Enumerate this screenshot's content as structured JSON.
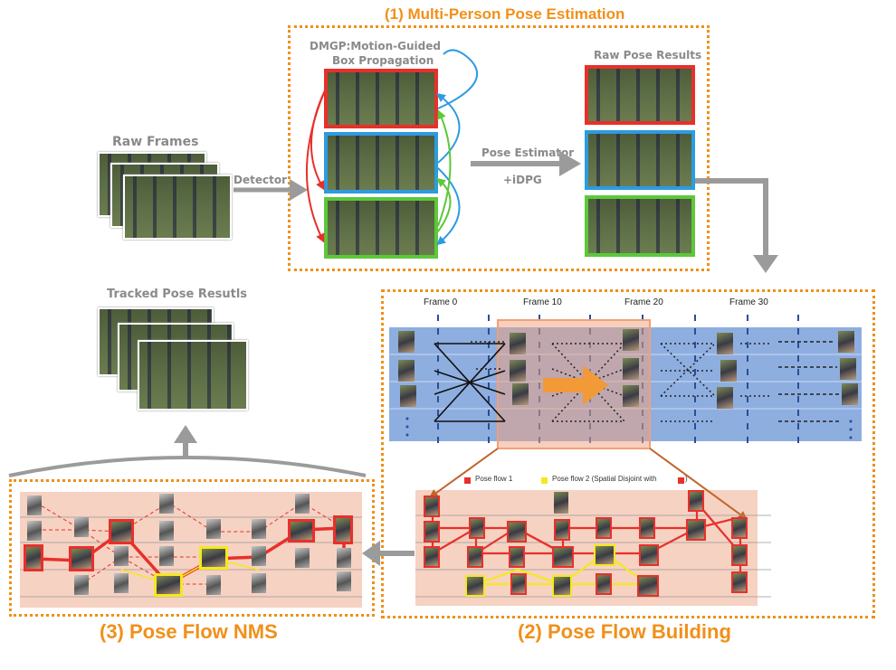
{
  "titles": {
    "section1": "(1) Multi-Person Pose Estimation",
    "section2": "(2) Pose Flow Building",
    "section3": "(3) Pose Flow NMS"
  },
  "labels": {
    "raw_frames": "Raw Frames",
    "detector": "Detector",
    "dmgp_line1": "DMGP:Motion-Guided",
    "dmgp_line2": "Box Propagation",
    "pose_estimator": "Pose Estimator",
    "idpg": "+iDPG",
    "raw_pose_results": "Raw Pose Results",
    "tracked_pose_results": "Tracked Pose Resutls"
  },
  "frame_labels": [
    "Frame 0",
    "Frame 10",
    "Frame 20",
    "Frame 30"
  ],
  "legend": {
    "flow1": "Pose flow 1",
    "flow2": "Pose flow 2 (Spatial Disjoint with",
    "flow2_end": ")"
  },
  "colors": {
    "orange": "#f0901a",
    "red": "#e8302a",
    "blue": "#2d9be0",
    "green": "#5cc83a",
    "yellow": "#f5e81e",
    "gray_arrow": "#9b9b9b",
    "track_bg": "#8eaee0",
    "panel_bg": "#f6d2c2"
  }
}
